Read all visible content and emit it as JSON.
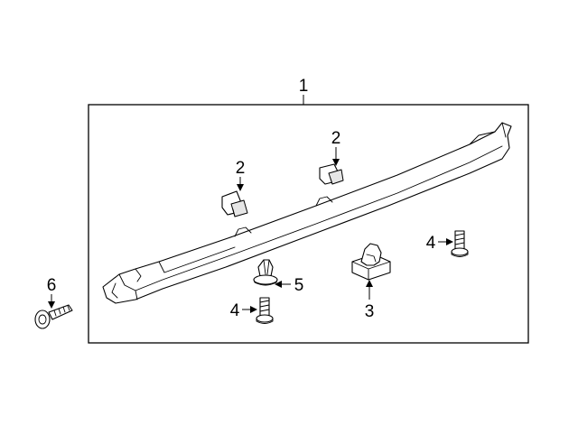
{
  "diagram": {
    "callouts": {
      "rocker_molding": "1",
      "clip_upper": "2",
      "clip_lower": "2",
      "retainer": "3",
      "screw_right": "4",
      "screw_lower": "4",
      "push_clip": "5",
      "bolt": "6"
    },
    "line_color": "#000000",
    "background": "#ffffff"
  }
}
